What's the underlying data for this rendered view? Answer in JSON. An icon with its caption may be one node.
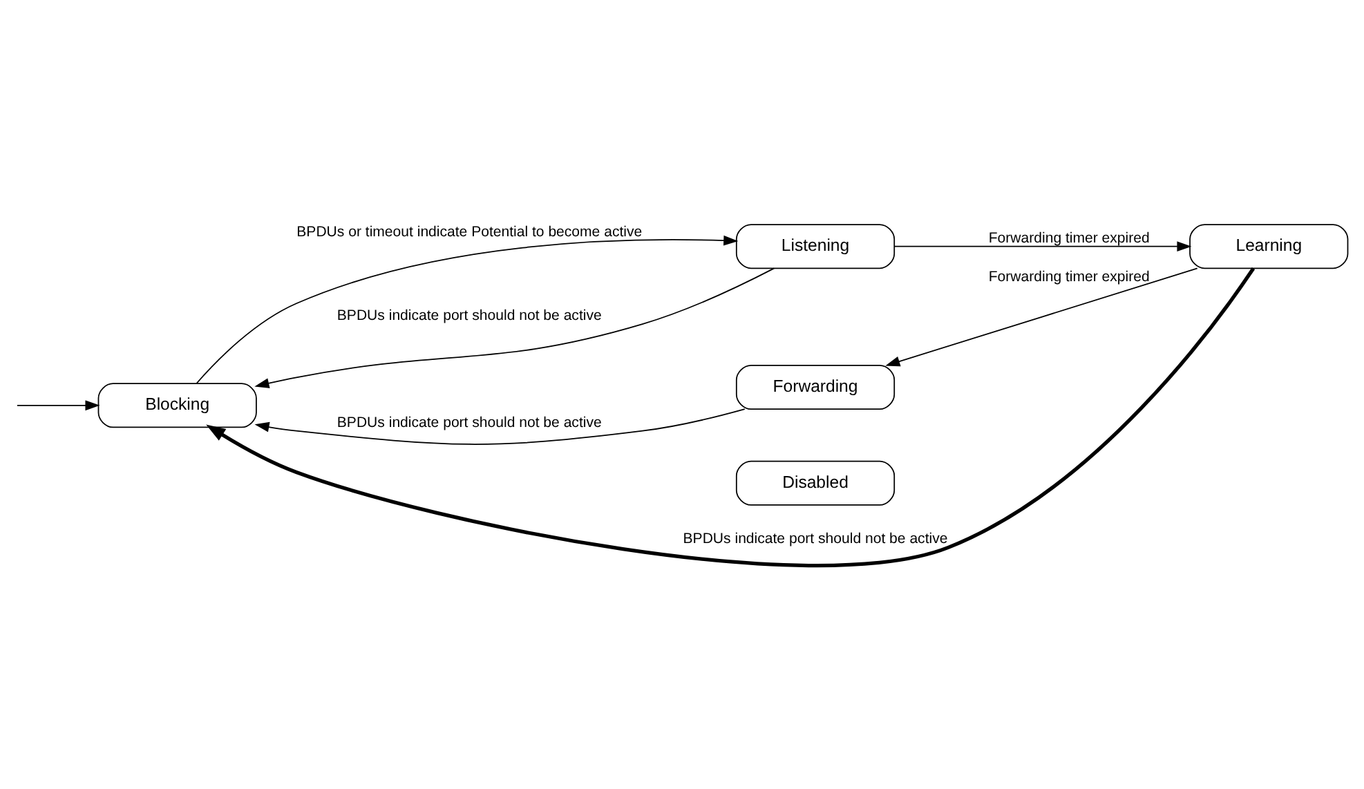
{
  "diagram": {
    "nodes": [
      {
        "text": [
          "Listening"
        ]
      },
      {
        "text": [
          "Blocking"
        ]
      },
      {
        "text": [
          "Learning"
        ]
      },
      {
        "text": [
          "Forwarding"
        ]
      },
      {
        "text": [
          "Disabled"
        ]
      }
    ],
    "edges": [
      {
        "from": null,
        "to": 1,
        "arrow": "to"
      },
      {
        "from": 1,
        "to": 0,
        "arrow": "to",
        "label": "BPDUs or timeout indicate Potential to become active"
      },
      {
        "from": 0,
        "to": 1,
        "arrow": "to",
        "label": "BPDUs indicate port should not be active"
      },
      {
        "from": 0,
        "to": 2,
        "arrow": "to",
        "label": "Forwarding timer expired"
      },
      {
        "from": 2,
        "to": 1,
        "arrow": "to",
        "label": "BPDUs indicate port should not be active",
        "style": "thick"
      },
      {
        "from": 2,
        "to": 3,
        "arrow": "to",
        "label": "Forwarding timer expired"
      },
      {
        "from": 3,
        "to": 1,
        "arrow": "to",
        "label": "BPDUs indicate port should not be active"
      }
    ]
  }
}
